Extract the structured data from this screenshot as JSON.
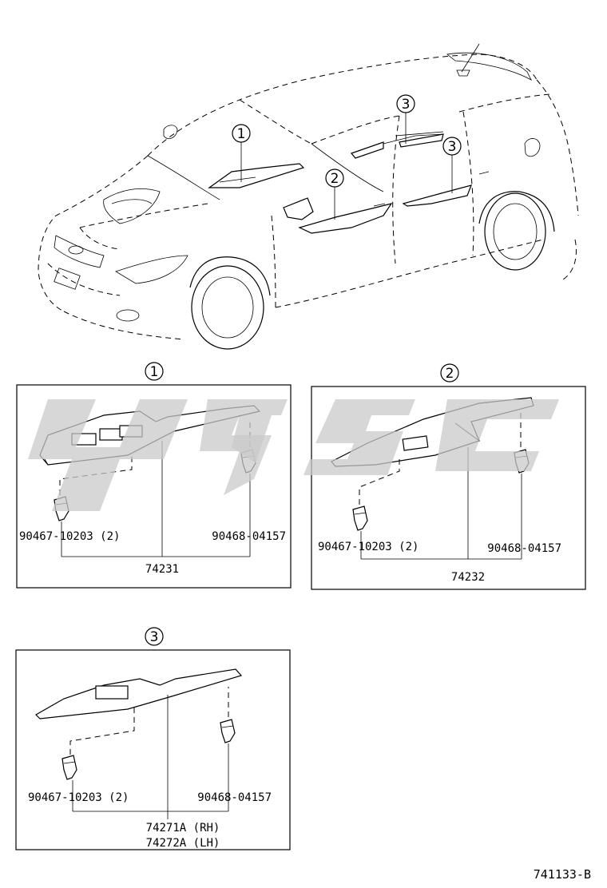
{
  "diagram_id": "741133-B",
  "overview": {
    "callouts": [
      "1",
      "3",
      "2",
      "3"
    ]
  },
  "panels": [
    {
      "callout": "1",
      "left_clip_part": "90467-10203 (2)",
      "right_clip_part": "90468-04157",
      "main_part": [
        "74231"
      ]
    },
    {
      "callout": "2",
      "left_clip_part": "90467-10203 (2)",
      "right_clip_part": "90468-04157",
      "main_part": [
        "74232"
      ]
    },
    {
      "callout": "3",
      "left_clip_part": "90467-10203 (2)",
      "right_clip_part": "90468-04157",
      "main_part": [
        "74271A (RH)",
        "74272A (LH)"
      ]
    }
  ]
}
